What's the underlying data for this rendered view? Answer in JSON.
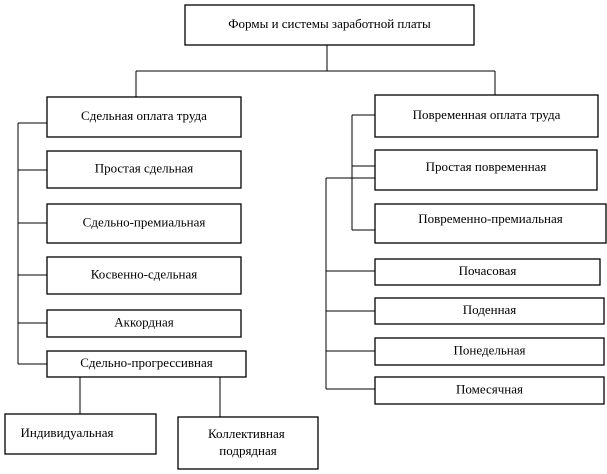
{
  "root": {
    "label": "Формы и системы заработной платы"
  },
  "piecework": {
    "header": "Сдельная оплата труда",
    "items": [
      "Простая сдельная",
      "Сдельно-премиальная",
      "Косвенно-сдельная",
      "Аккордная",
      "Сдельно-прогрессивная"
    ],
    "progressive_children": [
      {
        "lines": [
          "Индивидуальная"
        ]
      },
      {
        "lines": [
          "Коллективная",
          "подрядная"
        ]
      }
    ]
  },
  "time_based": {
    "header": "Повременная оплата труда",
    "items": [
      "Простая повременная",
      "Повременно-премиальная"
    ],
    "sub_items": [
      "Почасовая",
      "Поденная",
      "Понедельная",
      "Помесячная"
    ]
  }
}
